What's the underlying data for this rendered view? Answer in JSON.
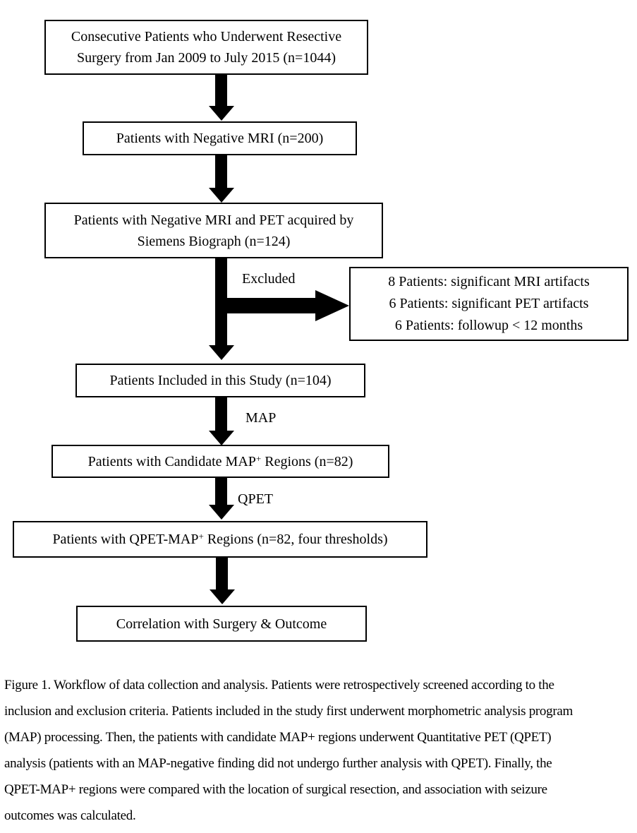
{
  "flowchart": {
    "boxes": {
      "consecutive": "Consecutive Patients who Underwent Resective Surgery from Jan 2009 to July 2015 (n=1044)",
      "negative_mri": "Patients with Negative MRI (n=200)",
      "negative_mri_pet": "Patients with Negative MRI and PET acquired by Siemens Biograph (n=124)",
      "included": "Patients Included in this Study (n=104)",
      "candidate_map": {
        "pre": "Patients with Candidate MAP",
        "sup": "+",
        "post": " Regions (n=82)"
      },
      "qpet_map": {
        "pre": "Patients with QPET-MAP",
        "sup": "+",
        "post": " Regions (n=82, four thresholds)"
      },
      "correlation": "Correlation with Surgery & Outcome"
    },
    "exclusion": {
      "lines": [
        "8 Patients: significant MRI artifacts",
        "6 Patients: significant PET artifacts",
        "6 Patients: followup < 12 months"
      ]
    },
    "arrow_labels": {
      "excluded": "Excluded",
      "map": "MAP",
      "qpet": "QPET"
    }
  },
  "caption": {
    "lines": [
      "Figure 1. Workflow of data collection and analysis. Patients were retrospectively screened according to the",
      "inclusion and exclusion criteria. Patients included in the study first underwent morphometric analysis program",
      "(MAP) processing. Then, the patients with candidate MAP+ regions underwent Quantitative PET (QPET)",
      "analysis (patients with an MAP-negative finding did not undergo further analysis with QPET). Finally, the",
      "QPET-MAP+ regions were compared with the location of surgical resection, and association with seizure",
      "outcomes was calculated."
    ]
  },
  "colors": {
    "ink": "#000000",
    "background": "#ffffff"
  }
}
